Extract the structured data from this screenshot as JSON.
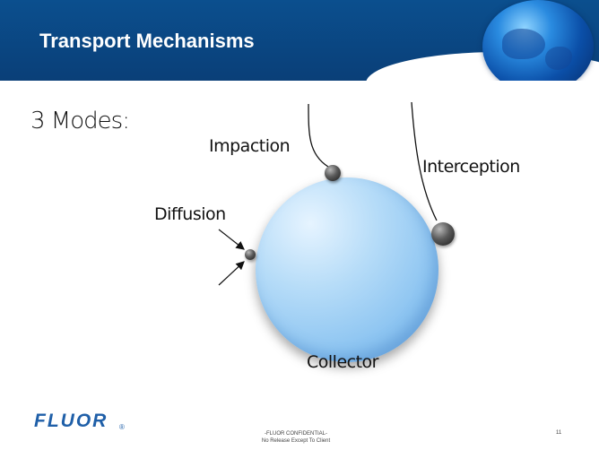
{
  "slide": {
    "title": "Transport Mechanisms",
    "subtitle": "3 Modes:",
    "labels": {
      "impaction": "Impaction",
      "interception": "Interception",
      "diffusion": "Diffusion",
      "collector": "Collector"
    },
    "page_number": "11"
  },
  "footer": {
    "logo": "FLUOR",
    "registered_mark": "®",
    "confidential_line1": "-FLUOR CONFIDENTIAL-",
    "confidential_line2": "No Release Except To Client"
  },
  "colors": {
    "header_blue": "#0b4f8e",
    "collector_blue": "#8cc4f1",
    "logo_blue": "#1f5fa8"
  }
}
